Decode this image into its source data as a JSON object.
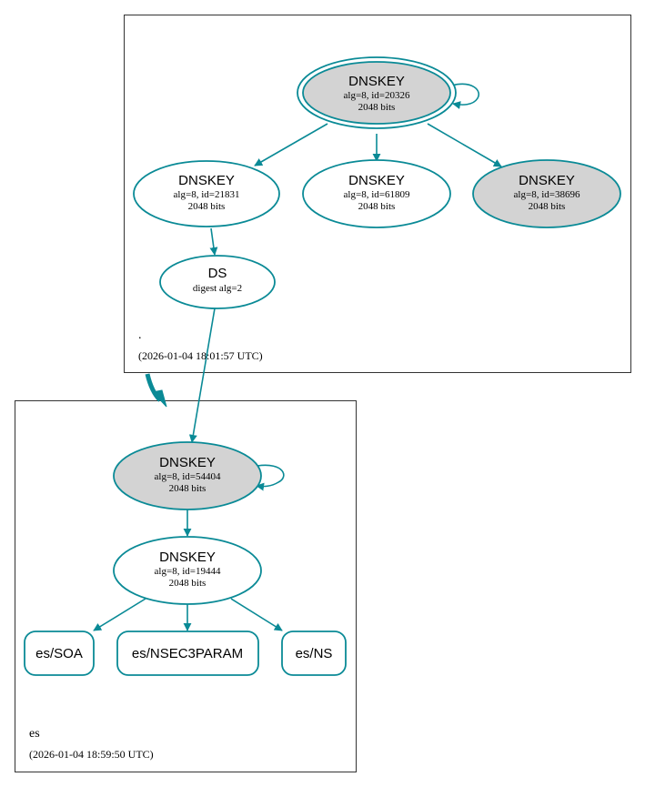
{
  "colors": {
    "edge": "#0a8a96",
    "ksk_fill": "#d3d3d3",
    "node_fill": "#ffffff",
    "zone_border": "#333333"
  },
  "zones": {
    "root": {
      "name": ".",
      "timestamp": "(2026-01-04 18:01:57 UTC)"
    },
    "es": {
      "name": "es",
      "timestamp": "(2026-01-04 18:59:50 UTC)"
    }
  },
  "nodes": {
    "root_ksk": {
      "title": "DNSKEY",
      "line1": "alg=8, id=20326",
      "line2": "2048 bits",
      "trust_anchor": true,
      "filled": true
    },
    "root_zsk1": {
      "title": "DNSKEY",
      "line1": "alg=8, id=21831",
      "line2": "2048 bits",
      "filled": false
    },
    "root_zsk2": {
      "title": "DNSKEY",
      "line1": "alg=8, id=61809",
      "line2": "2048 bits",
      "filled": false
    },
    "root_key3": {
      "title": "DNSKEY",
      "line1": "alg=8, id=38696",
      "line2": "2048 bits",
      "filled": true
    },
    "es_ds": {
      "title": "DS",
      "line1": "digest alg=2"
    },
    "es_ksk": {
      "title": "DNSKEY",
      "line1": "alg=8, id=54404",
      "line2": "2048 bits",
      "filled": true
    },
    "es_zsk": {
      "title": "DNSKEY",
      "line1": "alg=8, id=19444",
      "line2": "2048 bits",
      "filled": false
    }
  },
  "rrsets": [
    {
      "label": "es/SOA"
    },
    {
      "label": "es/NSEC3PARAM"
    },
    {
      "label": "es/NS"
    }
  ]
}
